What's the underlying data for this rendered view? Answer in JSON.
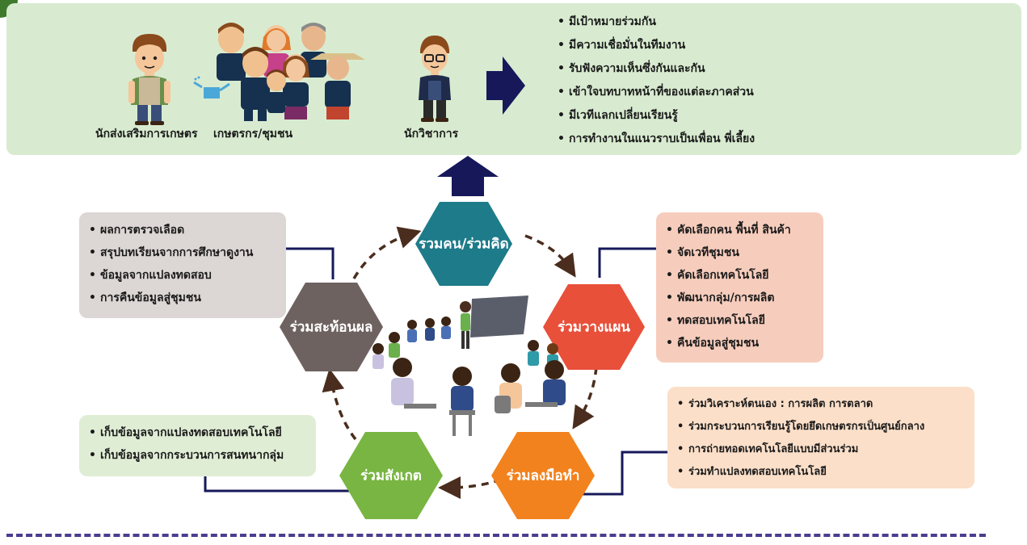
{
  "colors": {
    "panel_green": "#d8ebd0",
    "navy": "#16185a",
    "hex_teal": "#1e7b8a",
    "hex_red": "#e8503a",
    "hex_orange": "#f2821e",
    "hex_green": "#79b542",
    "hex_gray": "#6e6260",
    "dashed_line": "#4a3d8f",
    "cycle_arrow": "#4a2d1e"
  },
  "top_panel": {
    "actors": [
      {
        "label": "นักส่งเสริมการเกษตร",
        "icon": "extension-officer-icon"
      },
      {
        "label": "เกษตรกร/ชุมชน",
        "icon": "farmers-community-icon"
      },
      {
        "label": "นักวิชาการ",
        "icon": "academic-icon"
      }
    ],
    "arrow_icon": "right-arrow-icon",
    "goals": [
      "มีเป้าหมายร่วมกัน",
      "มีความเชื่อมั่นในทีมงาน",
      "รับฟังความเห็นซึ่งกันและกัน",
      "เข้าใจบทบาทหน้าที่ของแต่ละภาคส่วน",
      "มีเวทีแลกเปลี่ยนเรียนรู้",
      "การทำงานในแนวราบเป็นเพื่อน พี่เลี้ยง"
    ]
  },
  "cycle": {
    "center_icon": "group-meeting-icon",
    "hexagons": {
      "think": "รวมคน/ร่วมคิด",
      "plan": "ร่วมวางแผน",
      "do": "ร่วมลงมือทำ",
      "observe": "ร่วมสังเกต",
      "reflect": "ร่วมสะท้อนผล"
    },
    "boxes": {
      "reflect": [
        "ผลการตรวจเลือด",
        "สรุปบทเรียนจากการศึกษาดูงาน",
        "ข้อมูลจากแปลงทดสอบ",
        "การคืนข้อมูลสู่ชุมชน"
      ],
      "plan": [
        "คัดเลือกคน พื้นที่ สินค้า",
        "จัดเวทีชุมชน",
        "คัดเลือกเทคโนโลยี",
        "พัฒนากลุ่ม/การผลิต",
        "ทดสอบเทคโนโลยี",
        "คืนข้อมูลสู่ชุมชน"
      ],
      "do": [
        "ร่วมวิเคราะห์ตนเอง : การผลิต การตลาด",
        "ร่วมกระบวนการเรียนรู้โดยยึดเกษตรกรเป็นศูนย์กลาง",
        "การถ่ายทอดเทคโนโลยีแบบมีส่วนร่วม",
        "ร่วมทำแปลงทดสอบเทคโนโลยี"
      ],
      "observe": [
        "เก็บข้อมูลจากแปลงทดสอบเทคโนโลยี",
        "เก็บข้อมูลจากกระบวนการสนทนากลุ่ม"
      ]
    }
  }
}
